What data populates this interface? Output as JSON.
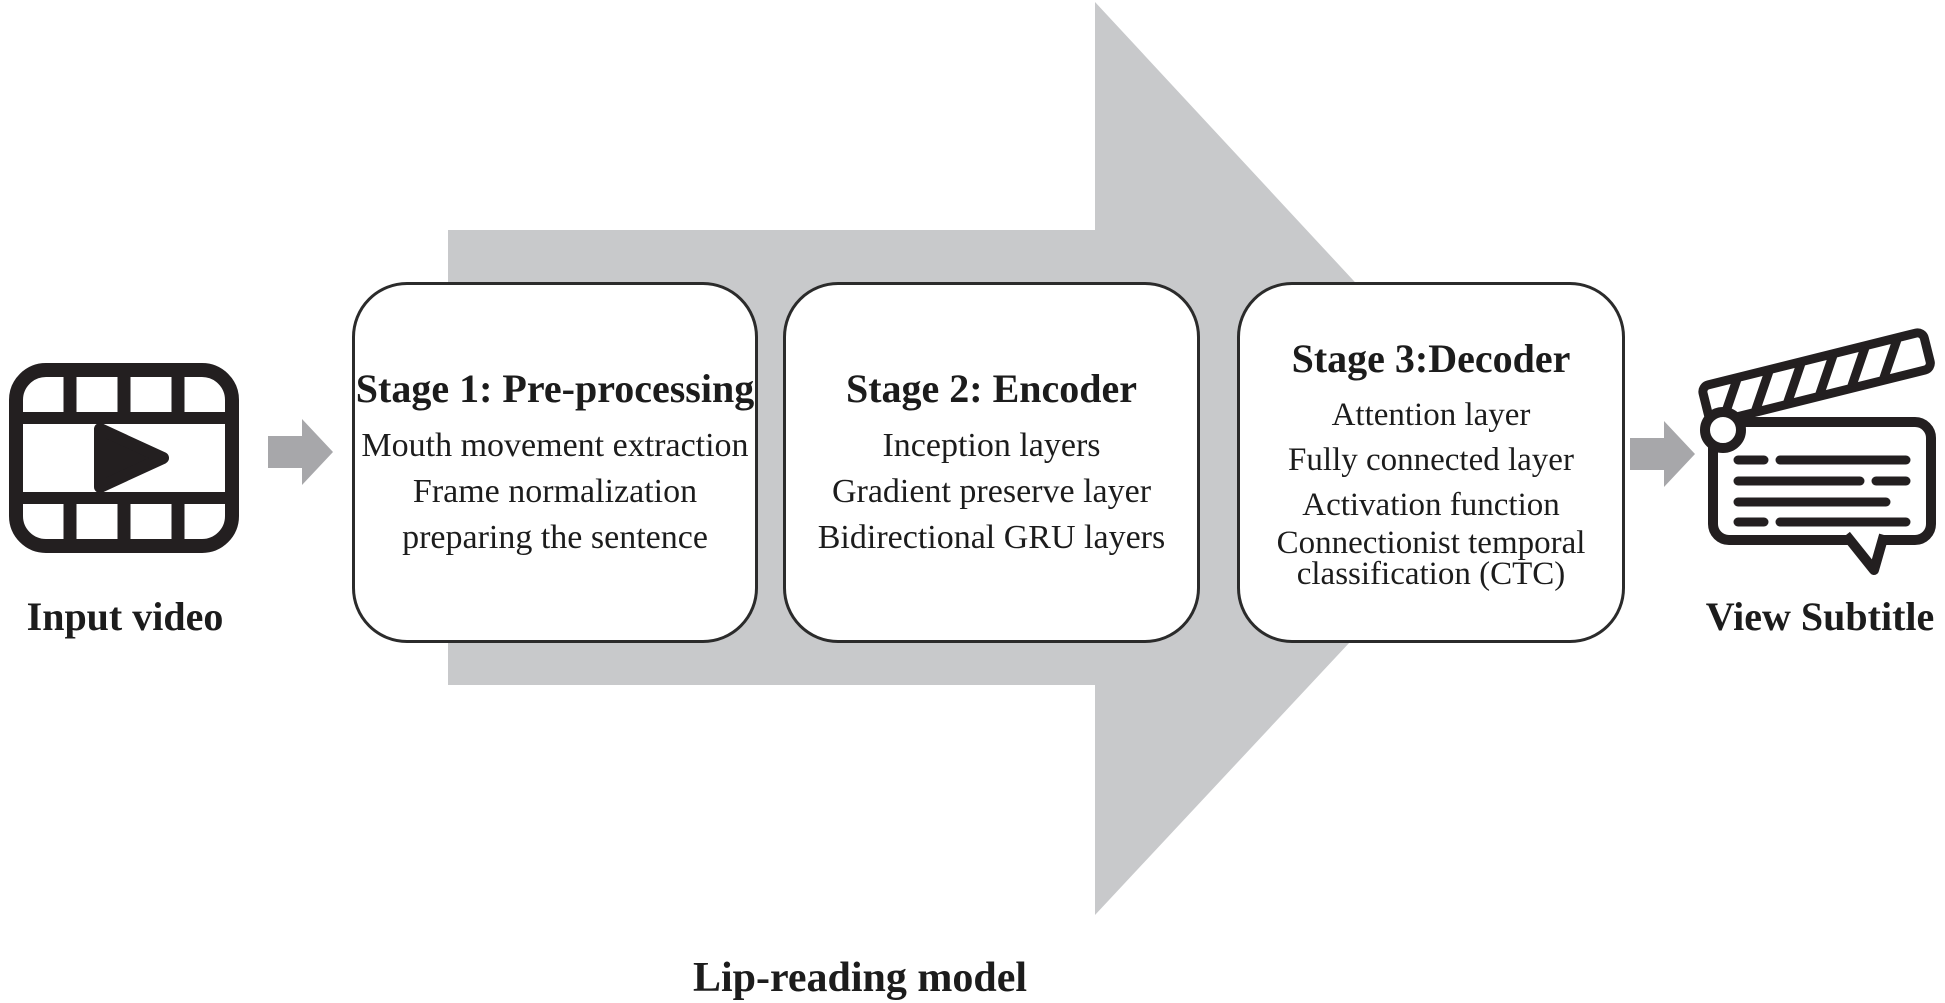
{
  "colors": {
    "big_arrow": "#c8c9cb",
    "small_arrow": "#a7a7aa",
    "box_border": "#2b2b2b",
    "icon_ink": "#231f20",
    "text": "#1c1c1c"
  },
  "input": {
    "label": "Input video"
  },
  "output": {
    "label": "View Subtitle"
  },
  "footer": {
    "label": "Lip-reading model"
  },
  "stages": [
    {
      "title": "Stage 1: Pre-processing",
      "lines": [
        "Mouth movement extraction",
        "Frame normalization",
        "preparing the sentence"
      ]
    },
    {
      "title": "Stage 2: Encoder",
      "lines": [
        "Inception layers",
        "Gradient preserve layer",
        "Bidirectional GRU layers"
      ]
    },
    {
      "title": "Stage 3:Decoder",
      "lines": [
        "Attention layer",
        "Fully connected layer",
        "Activation function",
        "Connectionist temporal classification (CTC)"
      ]
    }
  ]
}
